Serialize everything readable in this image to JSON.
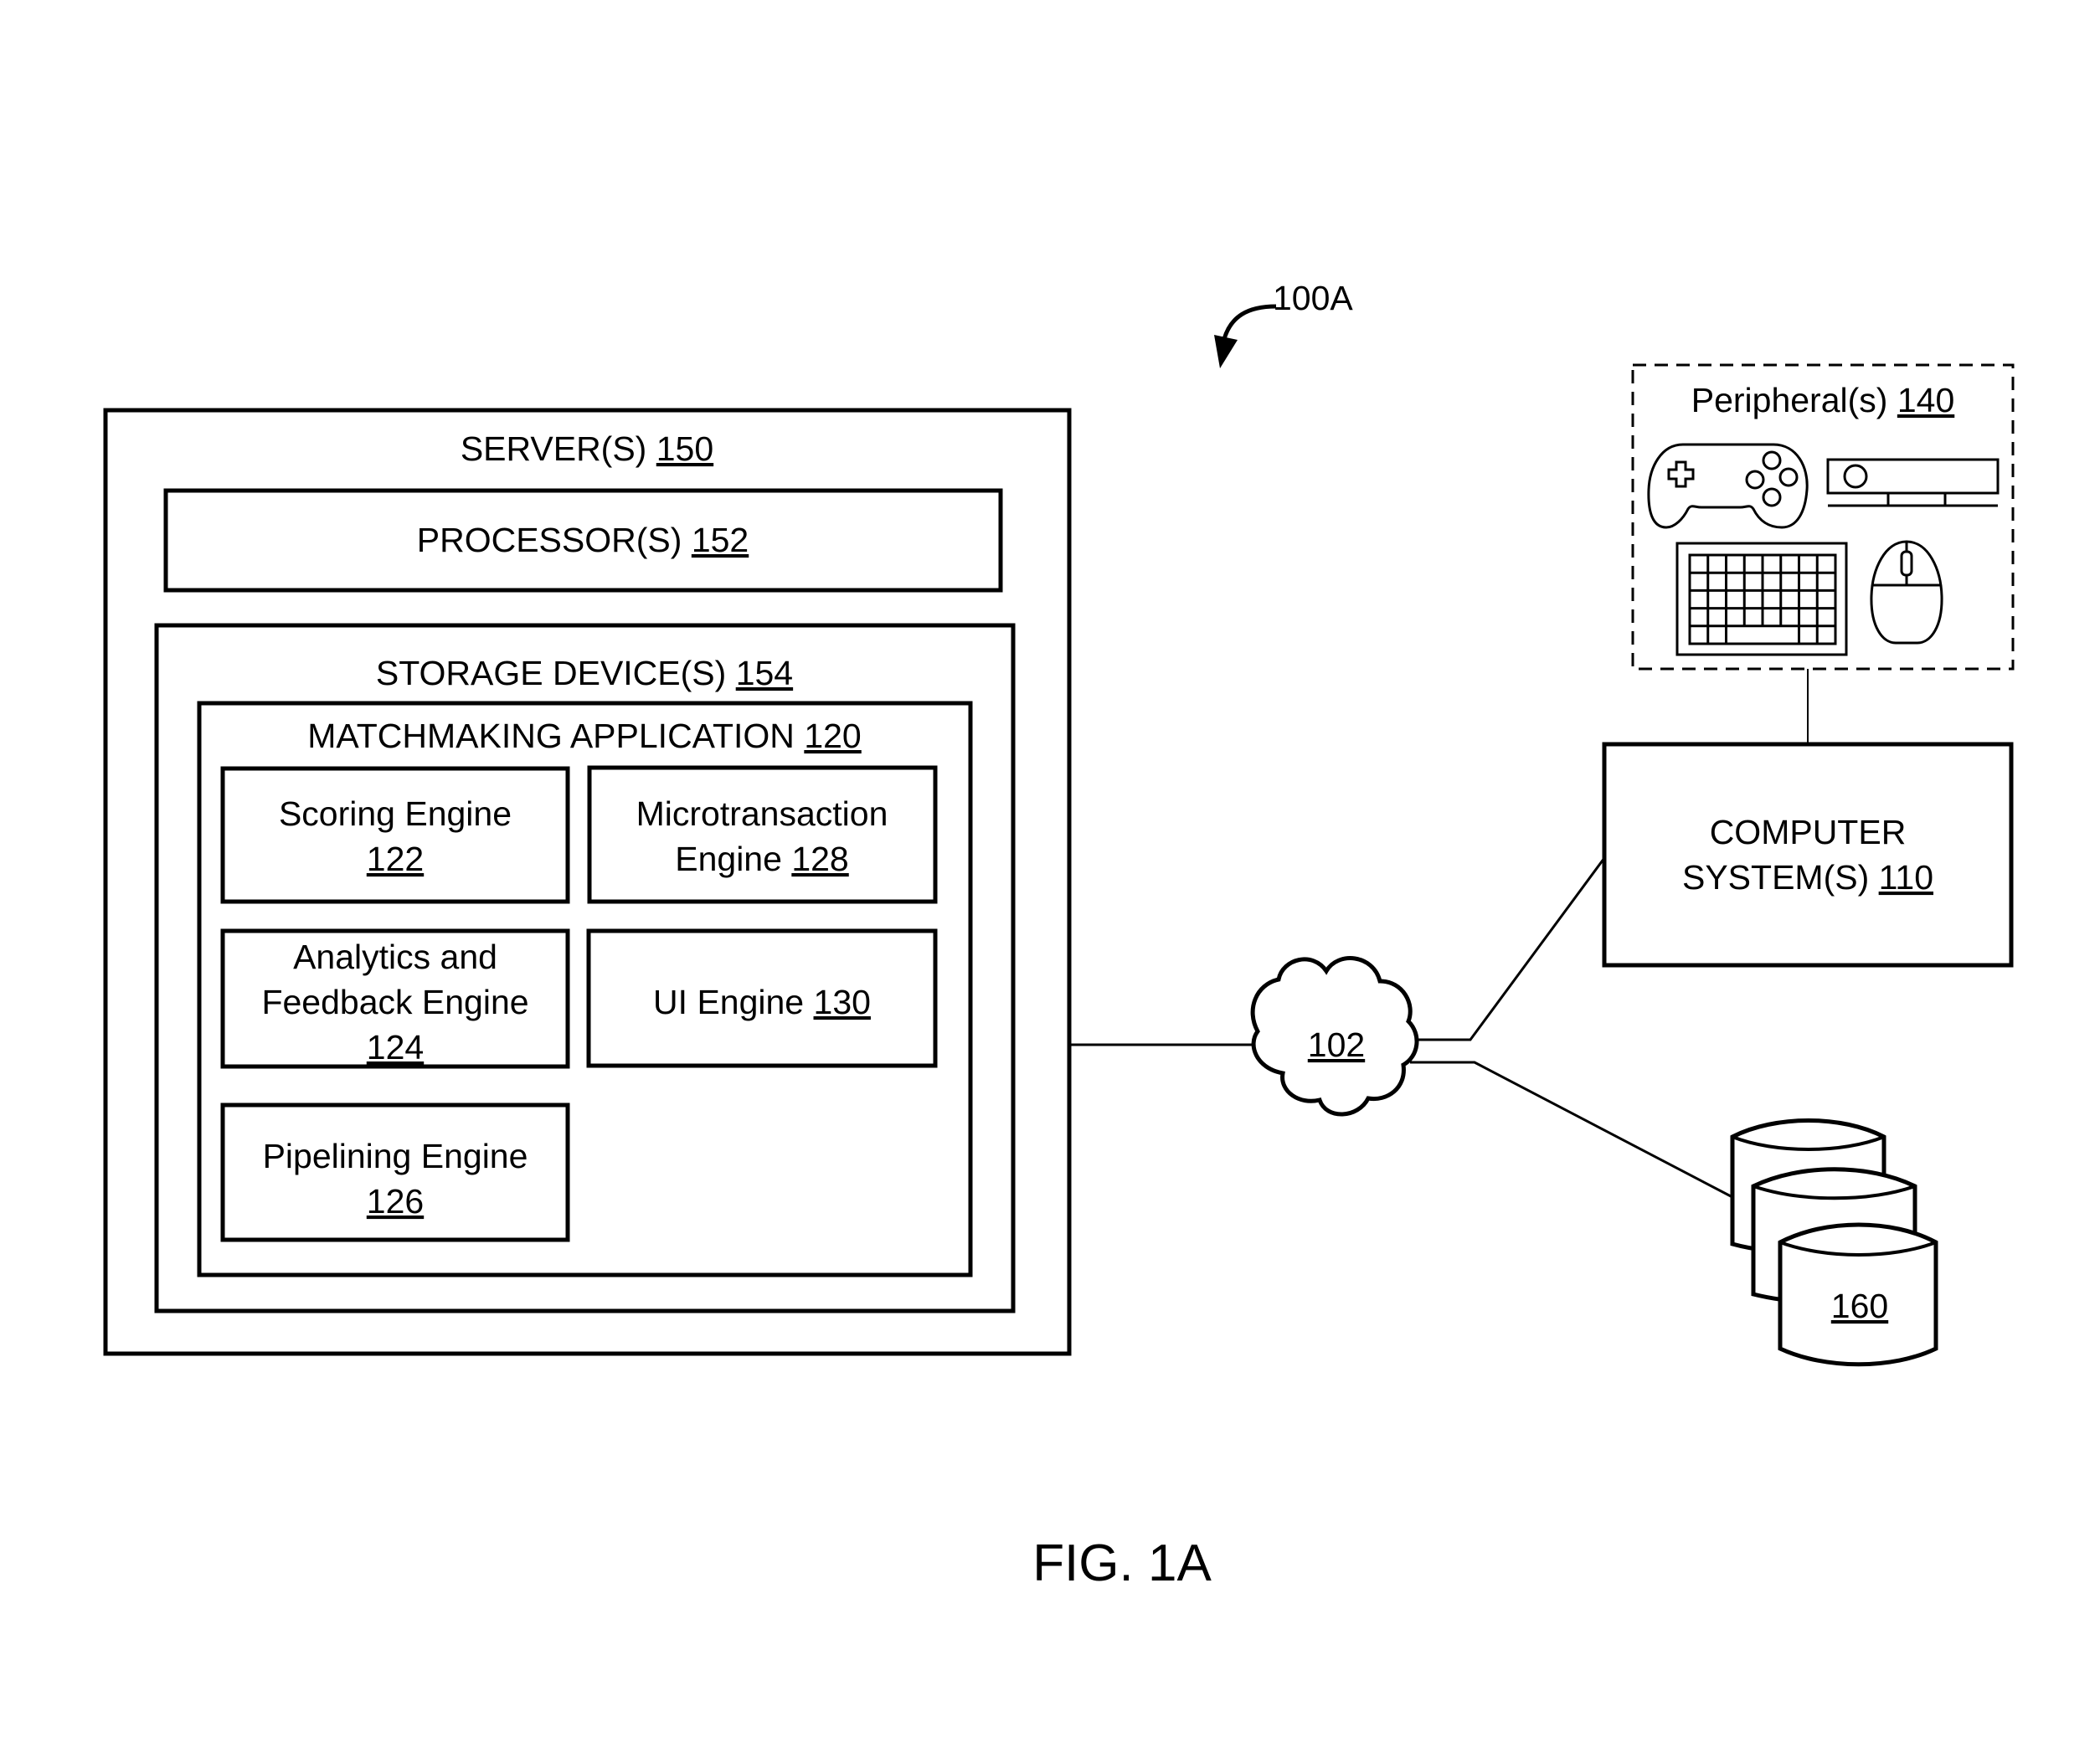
{
  "figure": {
    "reference": "100A",
    "caption": "FIG. 1A"
  },
  "server": {
    "label": "SERVER(S)",
    "ref": "150",
    "processor": {
      "label": "PROCESSOR(S)",
      "ref": "152"
    },
    "storage": {
      "label": "STORAGE DEVICE(S)",
      "ref": "154",
      "application": {
        "label": "MATCHMAKING APPLICATION",
        "ref": "120",
        "engines": [
          {
            "id": "scoring",
            "lines": [
              "Scoring Engine"
            ],
            "ref": "122"
          },
          {
            "id": "microtransaction",
            "lines": [
              "Microtransaction",
              "Engine"
            ],
            "ref": "128"
          },
          {
            "id": "analytics",
            "lines": [
              "Analytics and",
              "Feedback Engine"
            ],
            "ref": "124"
          },
          {
            "id": "ui",
            "lines": [
              "UI Engine"
            ],
            "ref": "130"
          },
          {
            "id": "pipelining",
            "lines": [
              "Pipelining Engine"
            ],
            "ref": "126"
          }
        ]
      }
    }
  },
  "network": {
    "ref": "102"
  },
  "computer_system": {
    "line1": "COMPUTER",
    "line2": "SYSTEM(S)",
    "ref": "110"
  },
  "peripherals": {
    "label": "Peripheral(s)",
    "ref": "140",
    "icons": [
      "gamepad-icon",
      "camera-sensor-bar-icon",
      "keyboard-icon",
      "mouse-icon"
    ]
  },
  "database": {
    "ref": "160"
  }
}
